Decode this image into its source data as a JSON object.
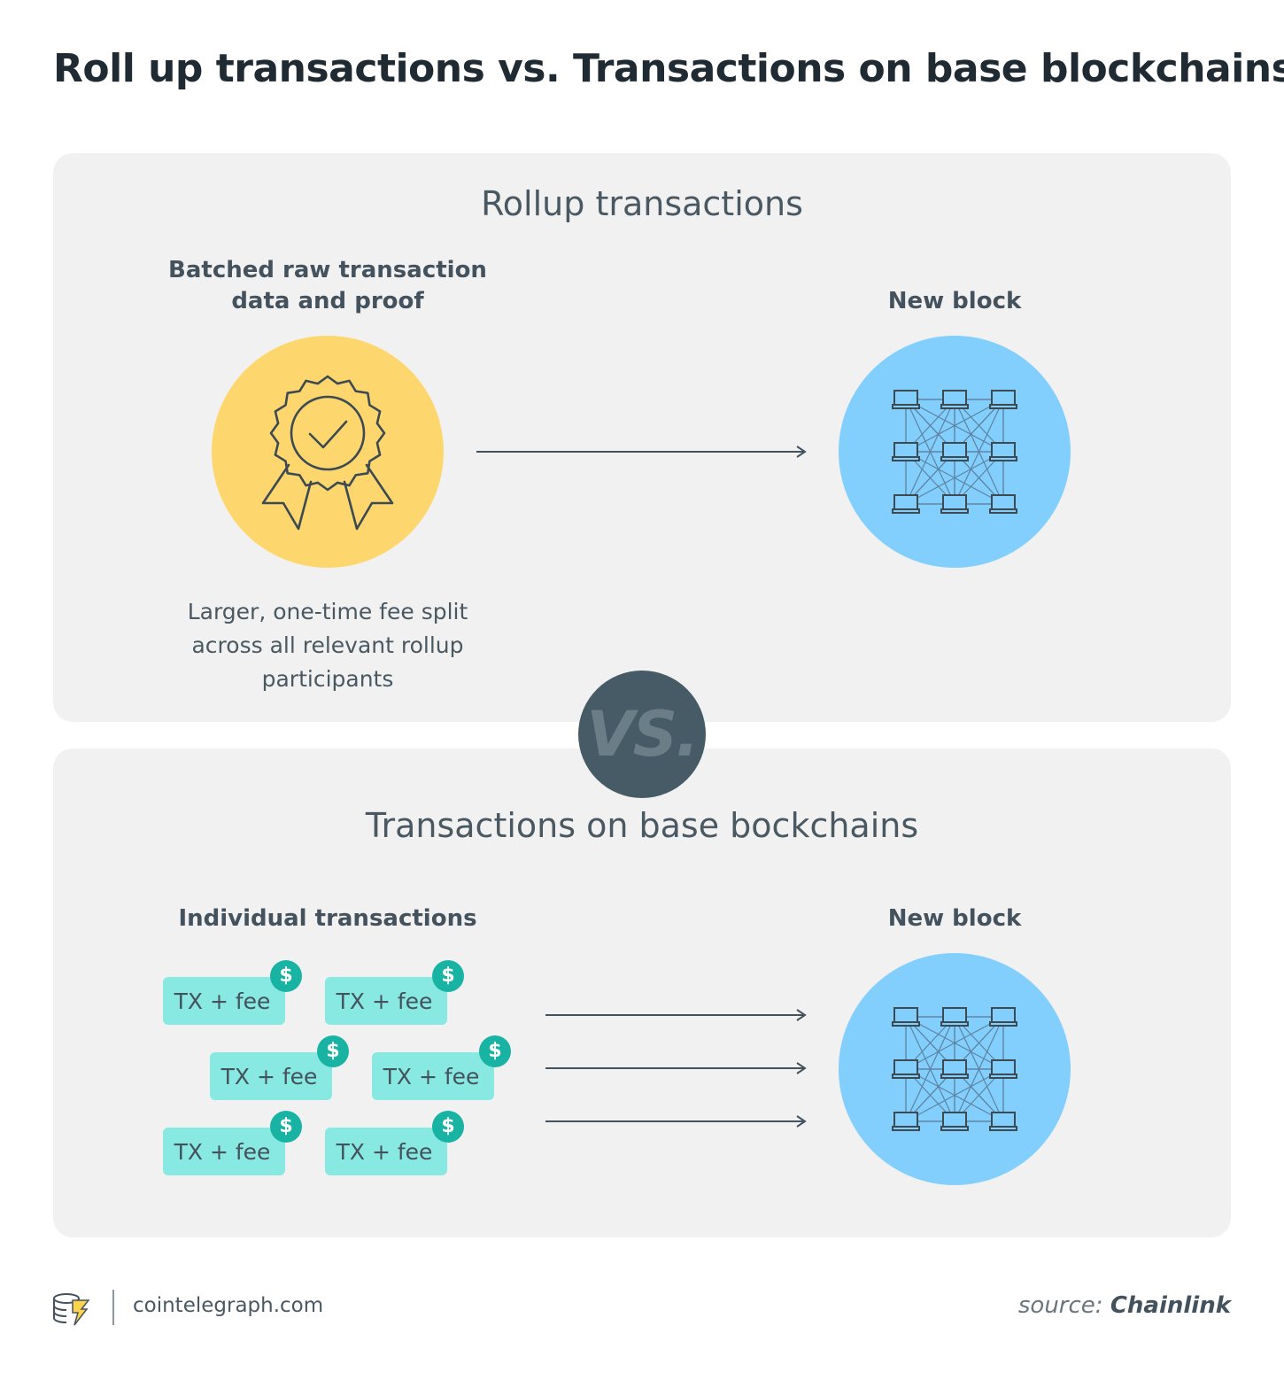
{
  "title": "Roll up transactions vs. Transactions on base blockchains",
  "rollup": {
    "heading": "Rollup transactions",
    "source_label_line1": "Batched raw transaction",
    "source_label_line2": "data and proof",
    "target_label": "New block",
    "note_line1": "Larger, one-time fee split",
    "note_line2": "across all relevant rollup",
    "note_line3": "participants"
  },
  "vs_label": "VS.",
  "base": {
    "heading": "Transactions on base bockchains",
    "source_label": "Individual transactions",
    "target_label": "New block",
    "tx_items": [
      "TX + fee",
      "TX + fee",
      "TX + fee",
      "TX + fee",
      "TX + fee",
      "TX + fee"
    ],
    "coin_symbol": "$"
  },
  "footer": {
    "site": "cointelegraph.com",
    "source_prefix": "source:",
    "source_name": "Chainlink"
  },
  "colors": {
    "badge_circle": "#fdd76e",
    "network_circle": "#82cffd",
    "tx_box": "#88e8e2",
    "coin": "#19b3a3",
    "vs_circle": "#465b66",
    "panel": "#f1f1f1"
  },
  "icons": {
    "badge": "award-badge-checkmark-icon",
    "network": "network-mesh-icon",
    "logo": "cointelegraph-logo-icon"
  }
}
